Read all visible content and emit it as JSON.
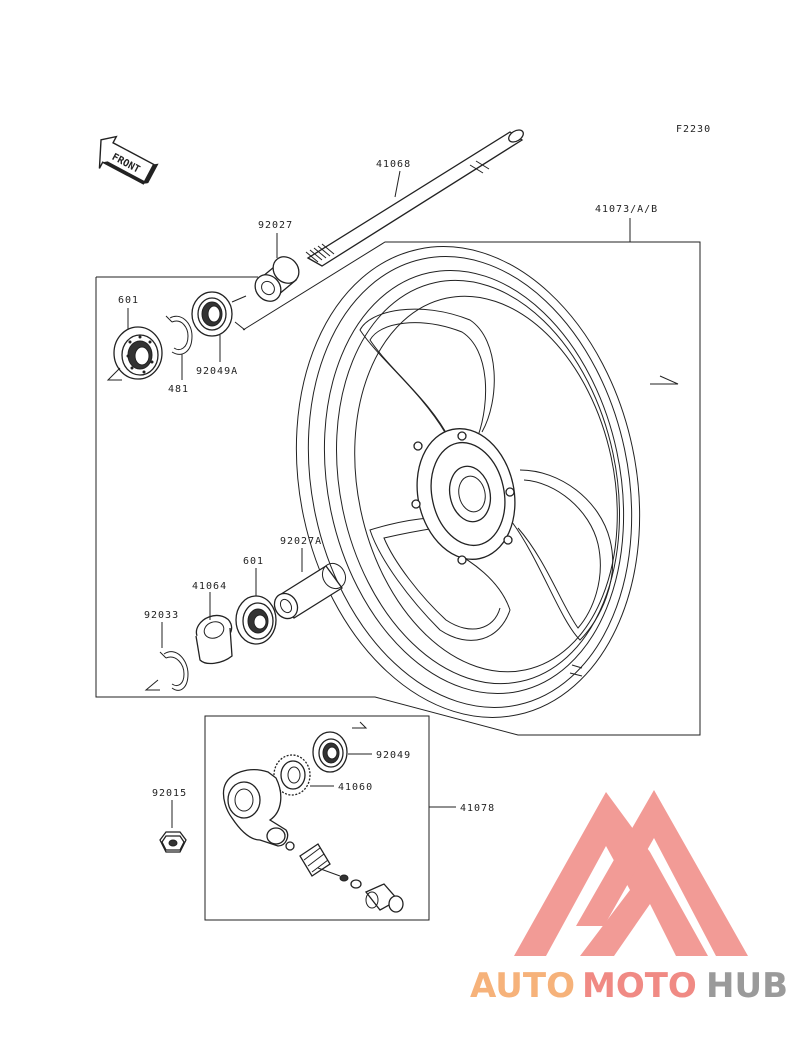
{
  "diagram": {
    "figure_code": "F2230",
    "front_arrow_label": "FRONT",
    "labels": {
      "axle": "41068",
      "wheel": "41073/A/B",
      "collar_upper": "92027",
      "bearing_upper": "601",
      "circlip_upper": "481",
      "oil_seal_upper": "92049A",
      "collar_lower": "92027A",
      "bearing_lower": "601",
      "coupling": "41064",
      "circlip_lower": "92033",
      "oil_seal_gear": "92049",
      "meter_gear": "41060",
      "gear_housing_assy": "41078",
      "axle_nut": "92015"
    }
  },
  "watermark": {
    "text_auto": "AUTO",
    "text_moto": "MOTO",
    "text_hub": "HUB",
    "color_auto": "#f6b27a",
    "color_moto": "#f08a84",
    "color_hub": "#9a9a9a",
    "color_logo": "#f08a84"
  }
}
